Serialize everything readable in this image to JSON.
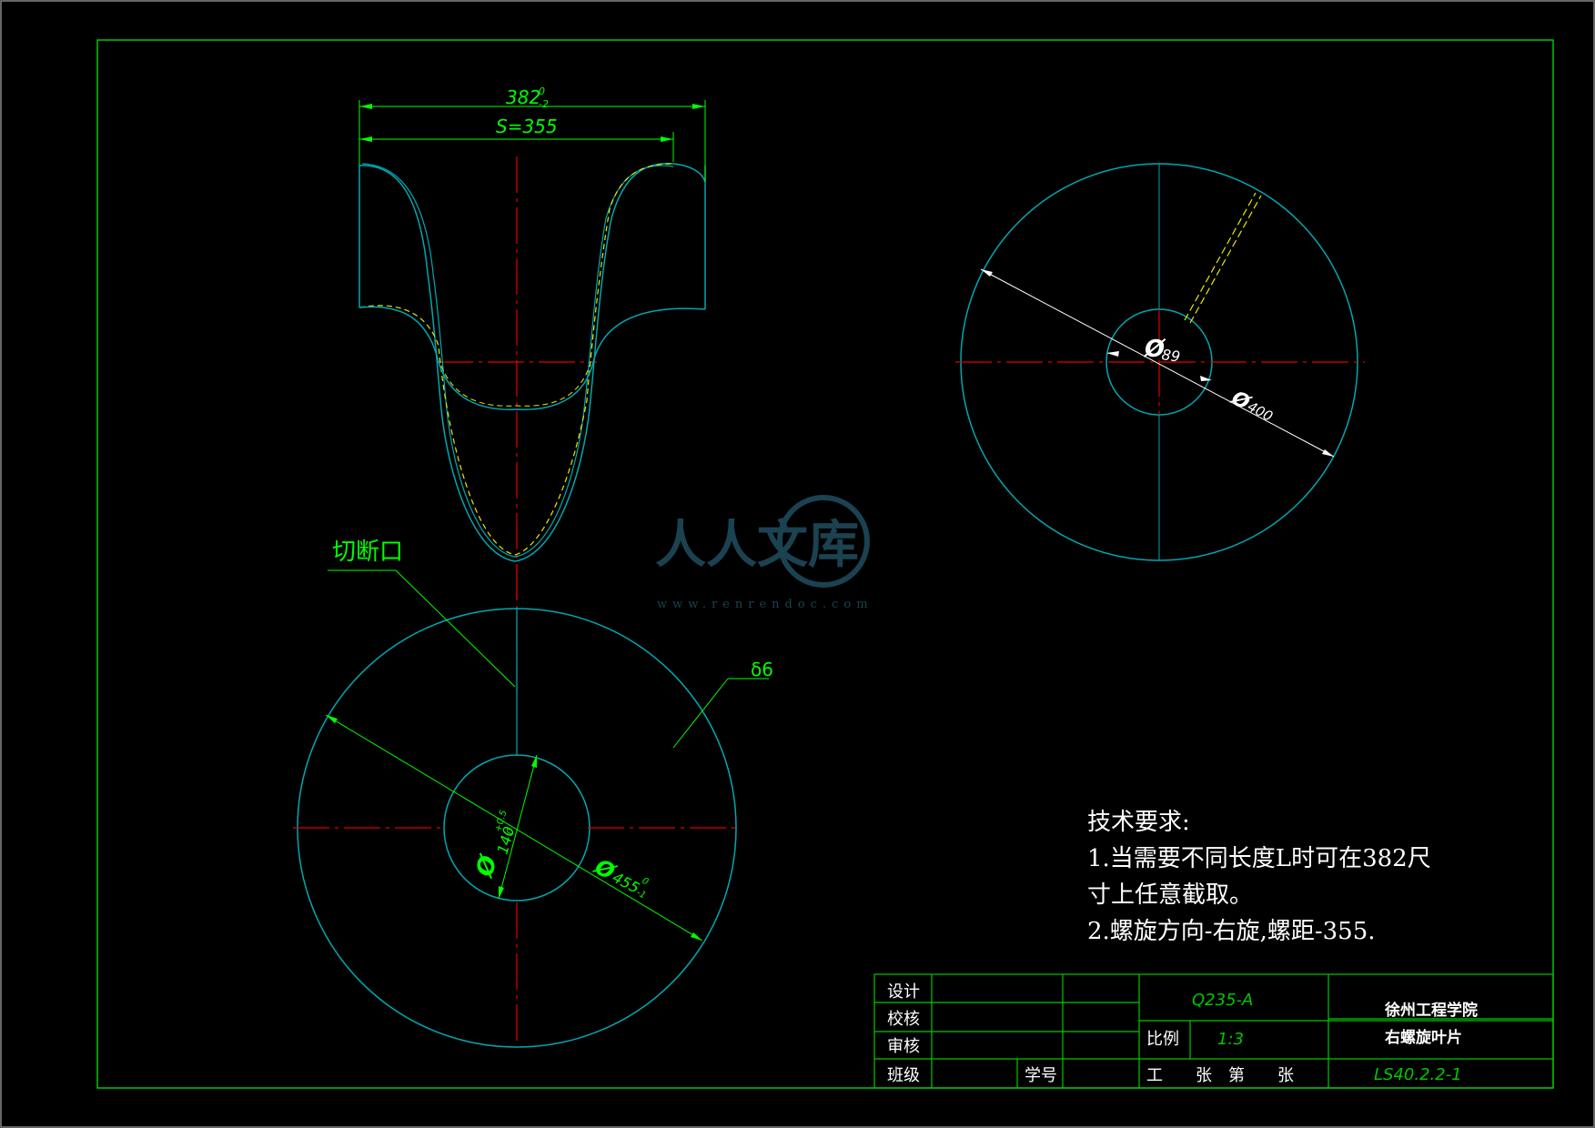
{
  "colors": {
    "background": "#000000",
    "frame": "#00c800",
    "outline": "#00a8b0",
    "center_line": "#e00000",
    "hidden_line": "#e8e800",
    "dimension": "#00ff00",
    "white_dim": "#ffffff",
    "text_white": "#ffffff",
    "text_green": "#00ff00",
    "watermark": "#1e4a5a"
  },
  "dimensions": {
    "total_length_main": "382",
    "total_length_upper": "0",
    "total_length_lower": "-2",
    "pitch": "S=355",
    "inner_dia_small": "89",
    "outer_dia_small": "400",
    "blank_inner_main": "140",
    "blank_inner_tol_upper": "+0.5",
    "blank_inner_tol_lower": "0",
    "blank_outer_main": "455",
    "blank_outer_tol_upper": "0",
    "blank_outer_tol_lower": "-1",
    "diameter_symbol": "Ø",
    "thickness": "δ6"
  },
  "labels": {
    "cut_label": "切断口"
  },
  "tech_requirements": {
    "heading": "技术要求:",
    "line1": "1.当需要不同长度L时可在382尺",
    "line2": "寸上任意截取。",
    "line3": "2.螺旋方向-右旋,螺距-355."
  },
  "title_block": {
    "design": "设计",
    "check": "校核",
    "review": "审核",
    "class": "班级",
    "student_no": "学号",
    "material": "Q235-A",
    "scale_label": "比例",
    "scale_value": "1:3",
    "sheets_label": "工　　张　第　　张",
    "school": "徐州工程学院",
    "part_name": "右螺旋叶片",
    "drawing_no": "LS40.2.2-1"
  },
  "watermark": {
    "text": "人人文库",
    "url": "www.renrendoc.com"
  }
}
